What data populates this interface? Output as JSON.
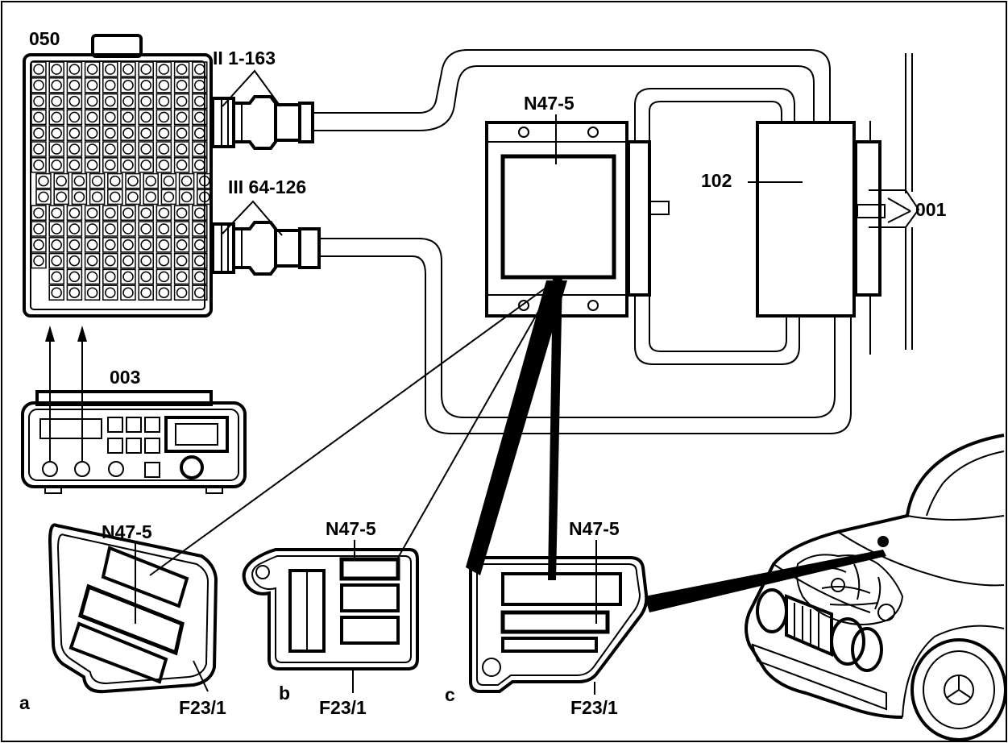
{
  "labels": {
    "tester": "050",
    "connector_top": "II 1-163",
    "connector_bottom": "III 64-126",
    "control_unit": "N47-5",
    "module": "102",
    "adapter": "001",
    "meter": "003"
  },
  "variants": [
    {
      "letter": "a",
      "relay": "N47-5",
      "box": "F23/1"
    },
    {
      "letter": "b",
      "relay": "N47-5",
      "box": "F23/1"
    },
    {
      "letter": "c",
      "relay": "N47-5",
      "box": "F23/1"
    }
  ]
}
